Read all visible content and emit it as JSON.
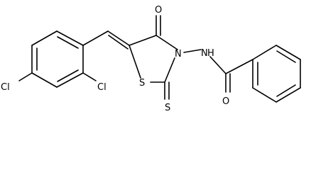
{
  "molecule": {
    "atoms": {
      "o_carbonyl_ring": "O",
      "n_ring": "N",
      "n_amide": "N",
      "h_amide": "H",
      "o_amide": "O",
      "s_ring": "S",
      "s_thione": "S",
      "cl_para": "Cl",
      "cl_ortho": "Cl"
    }
  }
}
